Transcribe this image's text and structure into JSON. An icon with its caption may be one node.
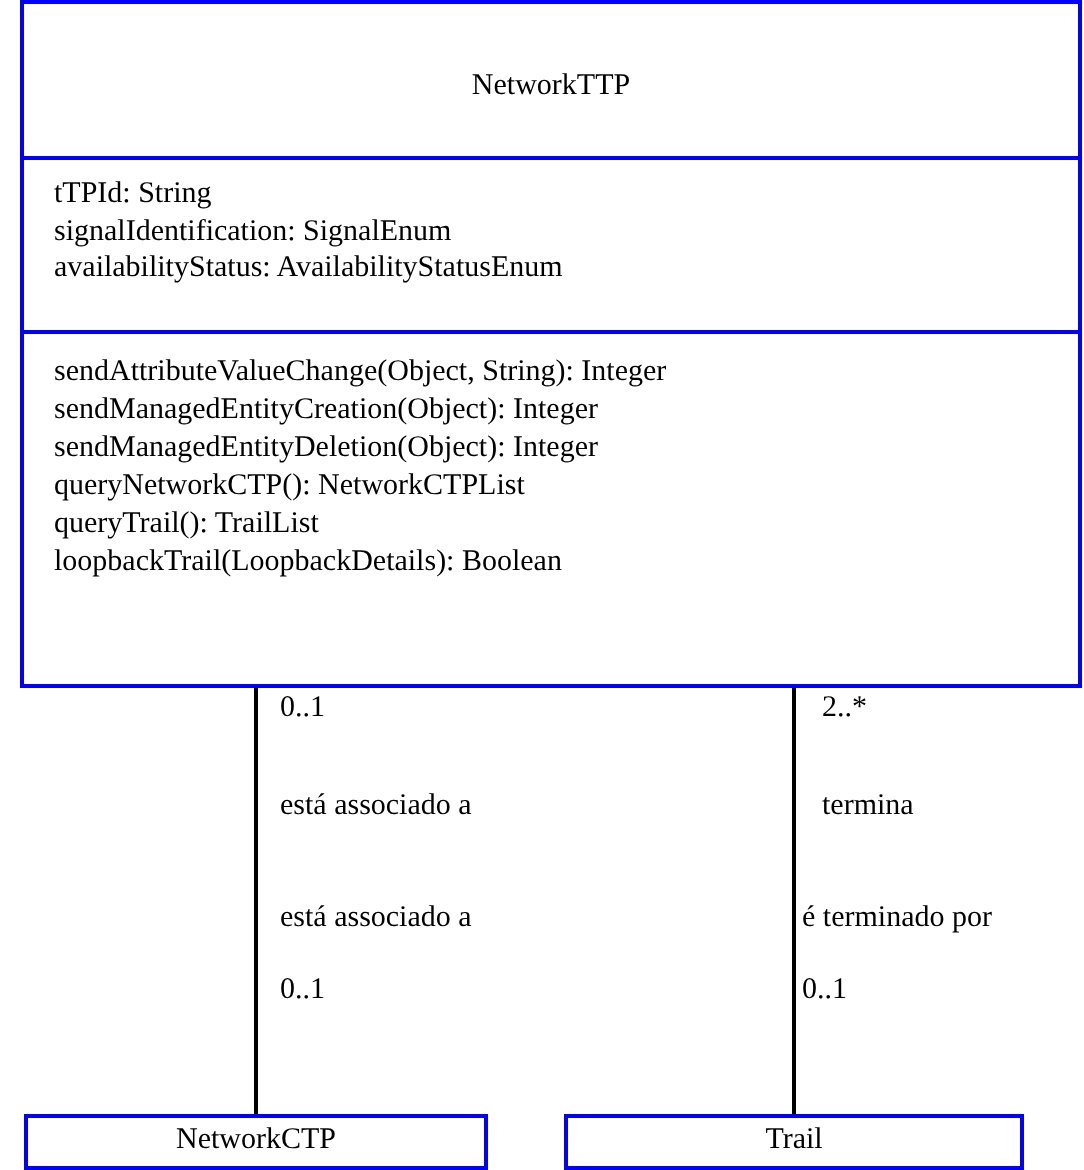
{
  "diagram": {
    "nodes": [
      {
        "text": [
          "NetworkTTP",
          "tTPId: String",
          "signalIdentification: SignalEnum",
          "availabilityStatus: AvailabilityStatusEnum",
          "sendAttributeValueChange(Object, String): Integer",
          "sendManagedEntityCreation(Object): Integer",
          "sendManagedEntityDeletion(Object): Integer",
          "queryNetworkCTP(): NetworkCTPList",
          "queryTrail(): TrailList",
          "loopbackTrail(LoopbackDetails): Boolean"
        ]
      },
      {
        "text": [
          "NetworkCTP"
        ]
      },
      {
        "text": [
          "Trail"
        ]
      }
    ],
    "edges": [
      {
        "from": 0,
        "to": 1,
        "arrow": "none"
      },
      {
        "from": 0,
        "to": 2,
        "arrow": "none"
      }
    ],
    "labels": [
      "0..1",
      "2..*",
      "está associado a",
      "termina",
      "está associado a",
      "é terminado por",
      "0..1",
      "0..1"
    ]
  }
}
